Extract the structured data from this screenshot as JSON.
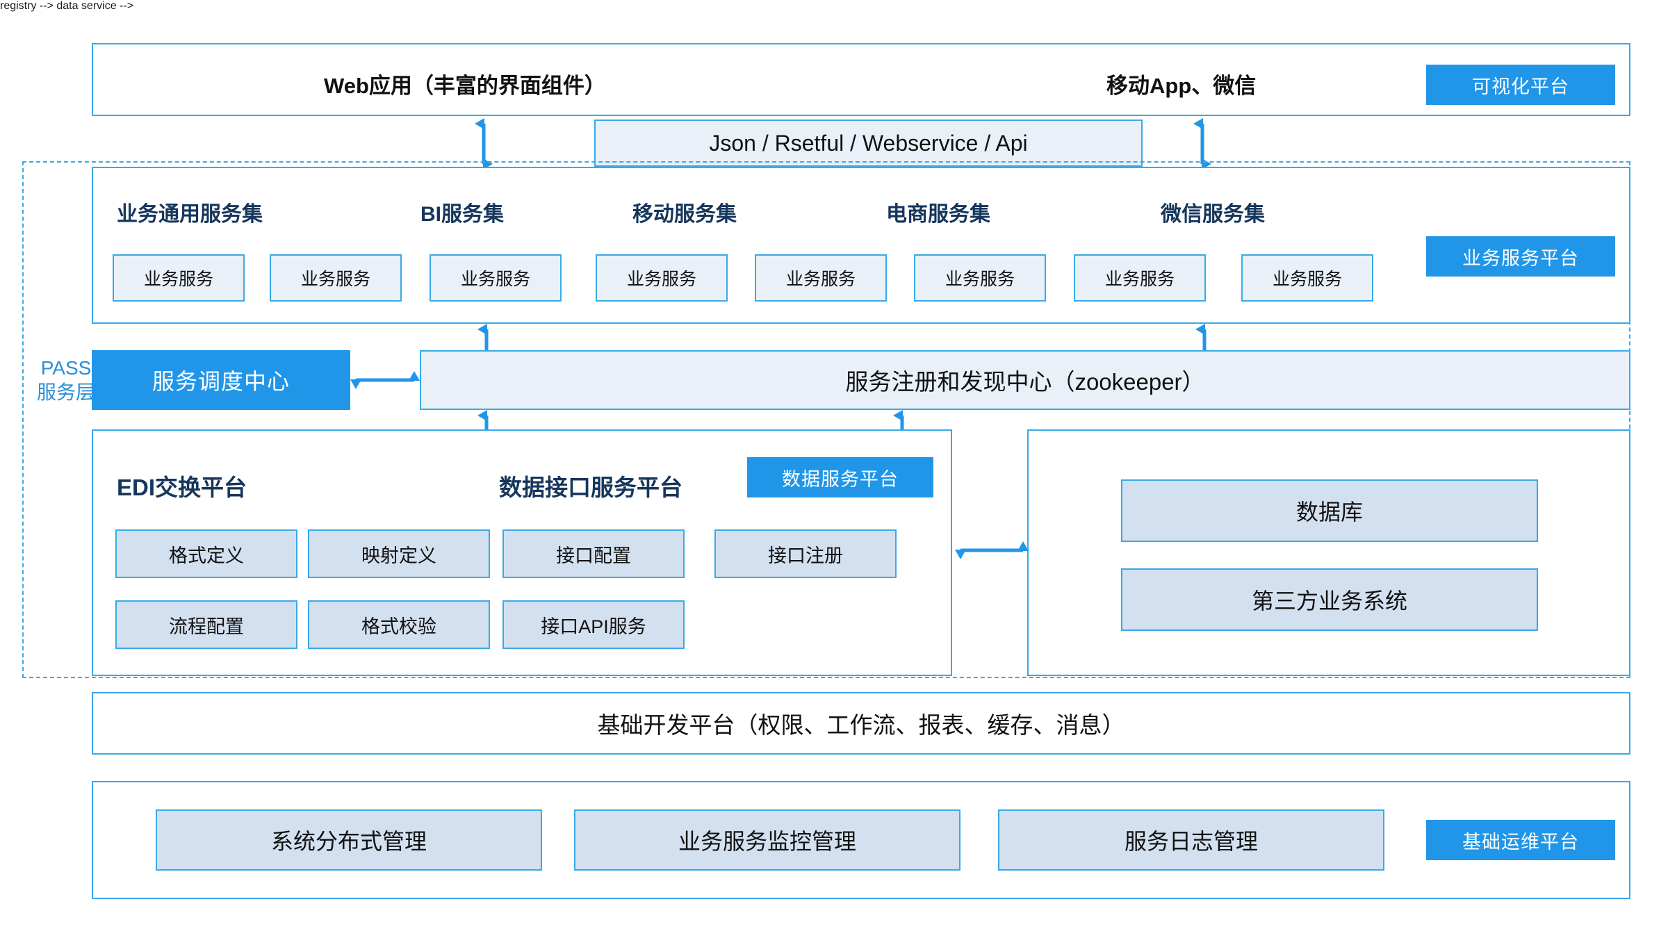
{
  "diagram": {
    "pass_layer_label": "PASS\n服务层",
    "pass_layer_line1": "PASS",
    "pass_layer_line2": "服务层"
  },
  "layer_presentation": {
    "web_app": "Web应用（丰富的界面组件）",
    "mobile_app": "移动App、微信",
    "badge": "可视化平台"
  },
  "api_bar": {
    "label": "Json / Rsetful / Webservice / Api"
  },
  "layer_business_service": {
    "badge": "业务服务平台",
    "groups": [
      {
        "title": "业务通用服务集",
        "services": [
          "业务服务",
          "业务服务"
        ]
      },
      {
        "title": "BI服务集",
        "services": [
          "业务服务"
        ]
      },
      {
        "title": "移动服务集",
        "services": [
          "业务服务",
          "业务服务"
        ]
      },
      {
        "title": "电商服务集",
        "services": [
          "业务服务"
        ]
      },
      {
        "title": "微信服务集",
        "services": [
          "业务服务",
          "业务服务"
        ]
      }
    ],
    "service_chip_labels": [
      "业务服务",
      "业务服务",
      "业务服务",
      "业务服务",
      "业务服务",
      "业务服务",
      "业务服务",
      "业务服务"
    ]
  },
  "layer_registry": {
    "dispatch_center": "服务调度中心",
    "registry_center": "服务注册和发现中心（zookeeper）"
  },
  "layer_data_service": {
    "badge": "数据服务平台",
    "edi_title": "EDI交换平台",
    "api_platform_title": "数据接口服务平台",
    "edi_items": [
      "格式定义",
      "映射定义",
      "流程配置",
      "格式校验"
    ],
    "api_items": [
      "接口配置",
      "接口注册",
      "接口API服务"
    ],
    "right_items": [
      "数据库",
      "第三方业务系统"
    ]
  },
  "layer_foundation": {
    "label": "基础开发平台（权限、工作流、报表、缓存、消息）"
  },
  "layer_ops": {
    "badge": "基础运维平台",
    "items": [
      "系统分布式管理",
      "业务服务监控管理",
      "服务日志管理"
    ]
  },
  "colors": {
    "accent": "#2196e8",
    "border": "#3aa9e8",
    "heading": "#16365c",
    "cell_fill": "#d3e0ef",
    "chip_fill": "#e9f0f8",
    "pass_label": "#2b8fd4"
  }
}
